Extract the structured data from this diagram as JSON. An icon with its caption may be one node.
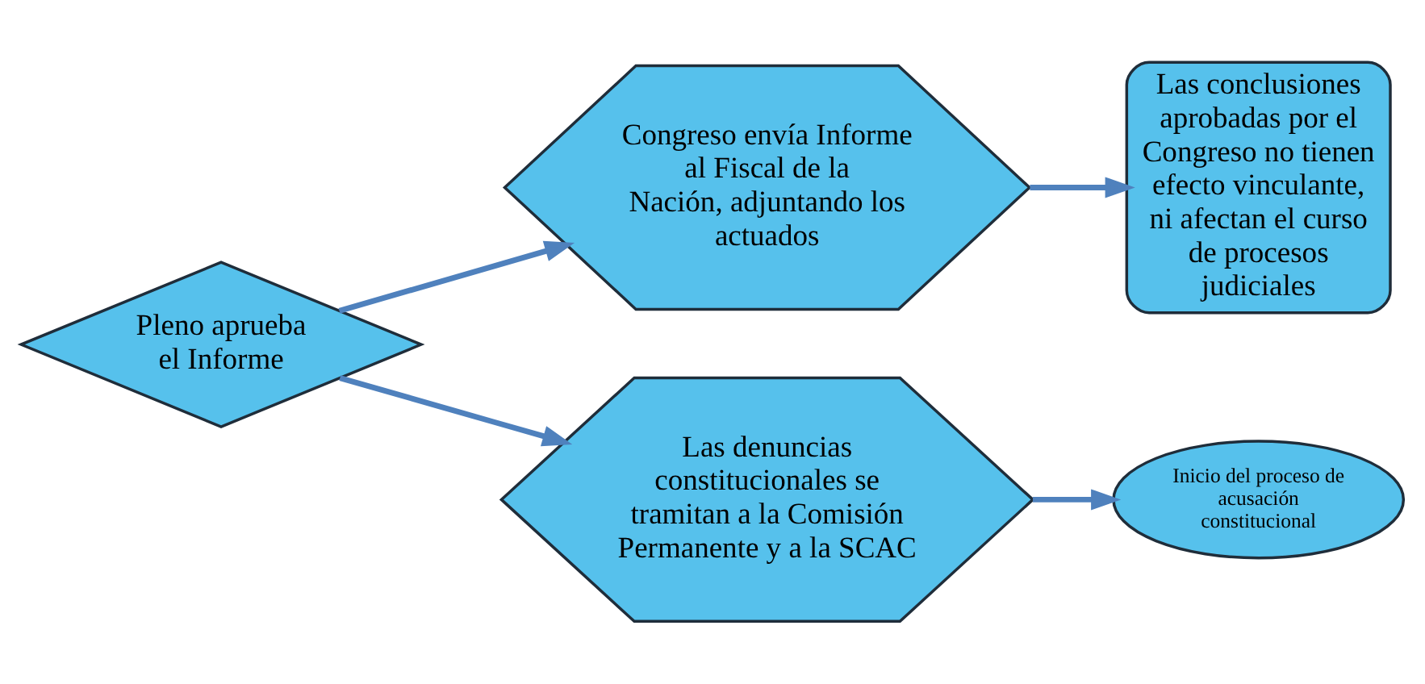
{
  "diagram": {
    "nodes": [
      {
        "text": [
          "Pleno aprueba el Informe"
        ]
      },
      {
        "text": [
          "Congreso envía Informe al Fiscal de la Nación, adjuntando los actuados"
        ]
      },
      {
        "text": [
          "Las conclusiones aprobadas por el Congreso no tienen efecto vinculante, ni afectan el curso de procesos judiciales"
        ]
      },
      {
        "text": [
          "Las denuncias constitucionales se tramitan a la Comisión Permanente y a la SCAC"
        ]
      },
      {
        "text": [
          "Inicio del proceso de acusación constitucional"
        ]
      }
    ],
    "edges": [
      {
        "from": 0,
        "to": 1,
        "arrow": "to"
      },
      {
        "from": 1,
        "to": 2,
        "arrow": "to"
      },
      {
        "from": 0,
        "to": 3,
        "arrow": "to"
      },
      {
        "from": 3,
        "to": 4,
        "arrow": "to"
      }
    ]
  }
}
